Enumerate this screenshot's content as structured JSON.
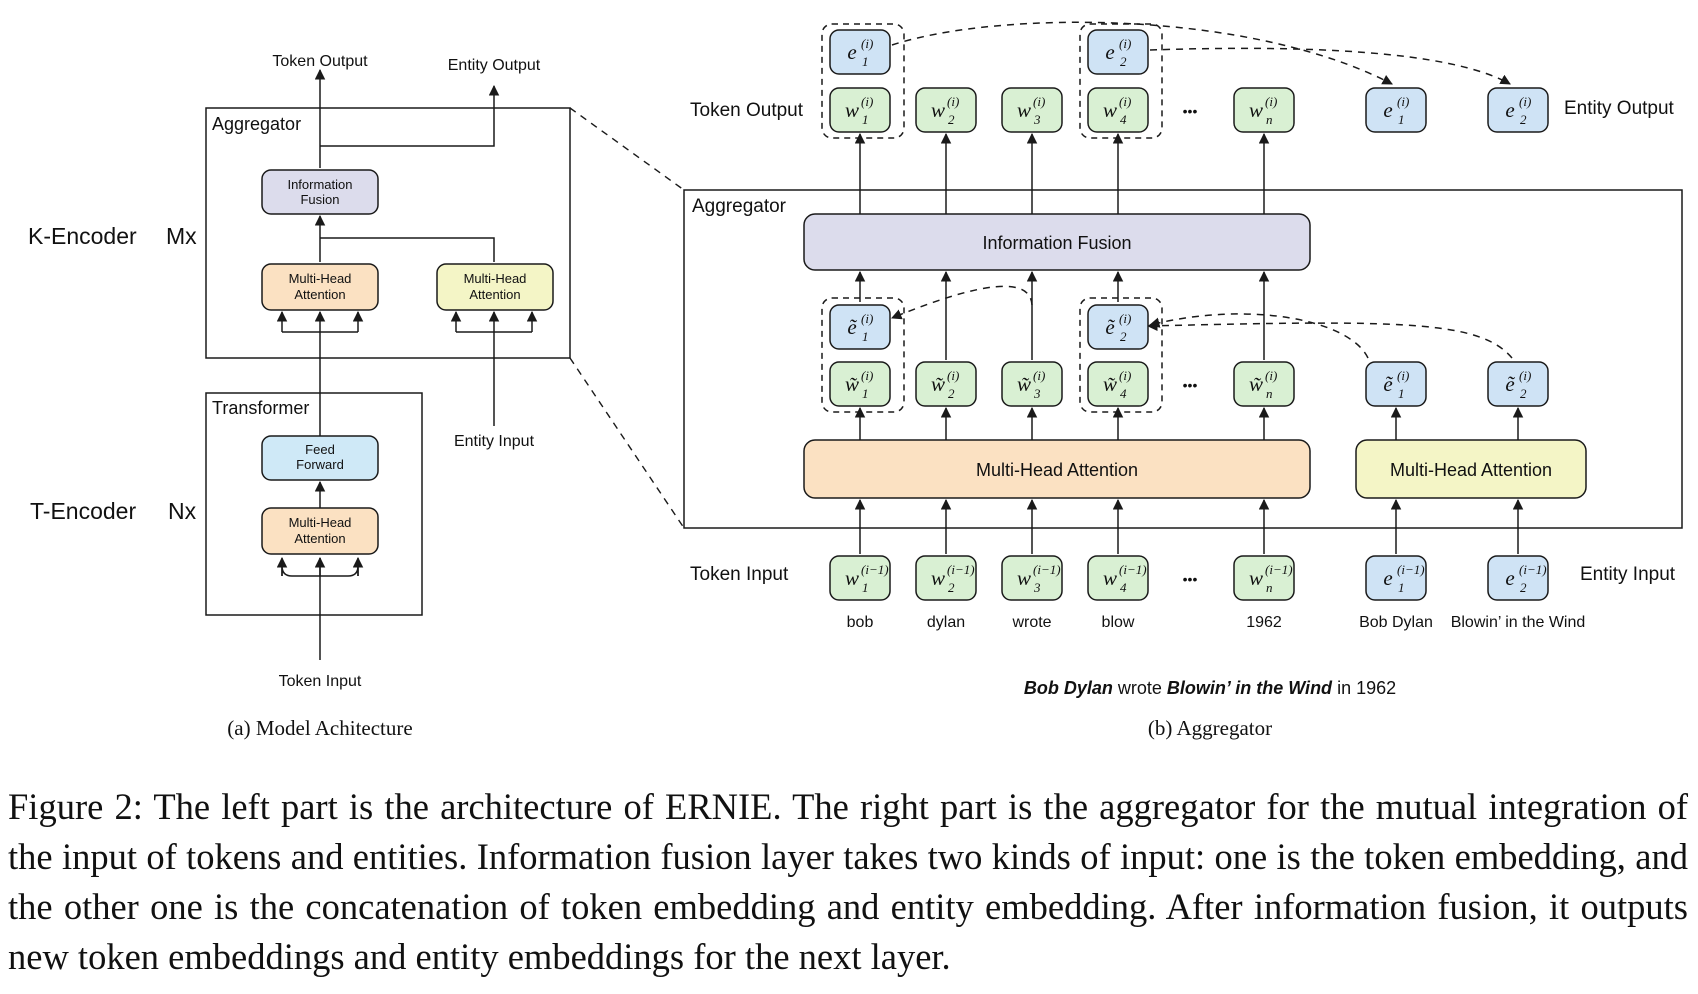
{
  "left": {
    "token_output": "Token Output",
    "entity_output": "Entity Output",
    "aggregator_label": "Aggregator",
    "info_fusion_line1": "Information",
    "info_fusion_line2": "Fusion",
    "mha_token_line1": "Multi-Head",
    "mha_token_line2": "Attention",
    "mha_entity_line1": "Multi-Head",
    "mha_entity_line2": "Attention",
    "k_encoder": "K-Encoder",
    "k_encoder_rep": "Mx",
    "transformer_label": "Transformer",
    "ff_line1": "Feed",
    "ff_line2": "Forward",
    "mha_t_line1": "Multi-Head",
    "mha_t_line2": "Attention",
    "t_encoder": "T-Encoder",
    "t_encoder_rep": "Nx",
    "entity_input": "Entity Input",
    "token_input": "Token Input",
    "caption": "(a) Model Achitecture"
  },
  "right": {
    "token_output": "Token Output",
    "entity_output": "Entity Output",
    "aggregator_label": "Aggregator",
    "info_fusion": "Information Fusion",
    "mha_token": "Multi-Head Attention",
    "mha_entity": "Multi-Head Attention",
    "token_input": "Token Input",
    "entity_input": "Entity Input",
    "ellipsis": "•••",
    "out_w_subs": [
      "1",
      "2",
      "3",
      "4",
      "n"
    ],
    "out_e_subs": [
      "1",
      "2"
    ],
    "out_sup": "(i)",
    "in_sup": "(i−1)",
    "words": [
      "bob",
      "dylan",
      "wrote",
      "blow",
      "1962"
    ],
    "entities": [
      "Bob Dylan",
      "Blowin’ in the Wind"
    ],
    "sentence": {
      "entity1": "Bob Dylan",
      "mid": " wrote ",
      "entity2": "Blowin’ in the Wind",
      "tail": " in 1962"
    },
    "caption": "(b) Aggregator"
  },
  "figure_caption": "Figure 2: The left part is the architecture of ERNIE. The right part is the aggregator for the mutual integration of the input of tokens and entities. Information fusion layer takes two kinds of input: one is the token embedding, and the other one is the concatenation of token embedding and entity embedding. After information fusion, it outputs new token embeddings and entity embeddings for the next layer.",
  "colors": {
    "token_box": "#d9f0d3",
    "entity_box": "#cfe3f5",
    "fusion_box": "#dcdcec",
    "mha_token": "#fbe1c2",
    "mha_entity": "#f4f5c6",
    "feed_forward": "#cfe9f7",
    "stroke": "#1a1a1a"
  }
}
